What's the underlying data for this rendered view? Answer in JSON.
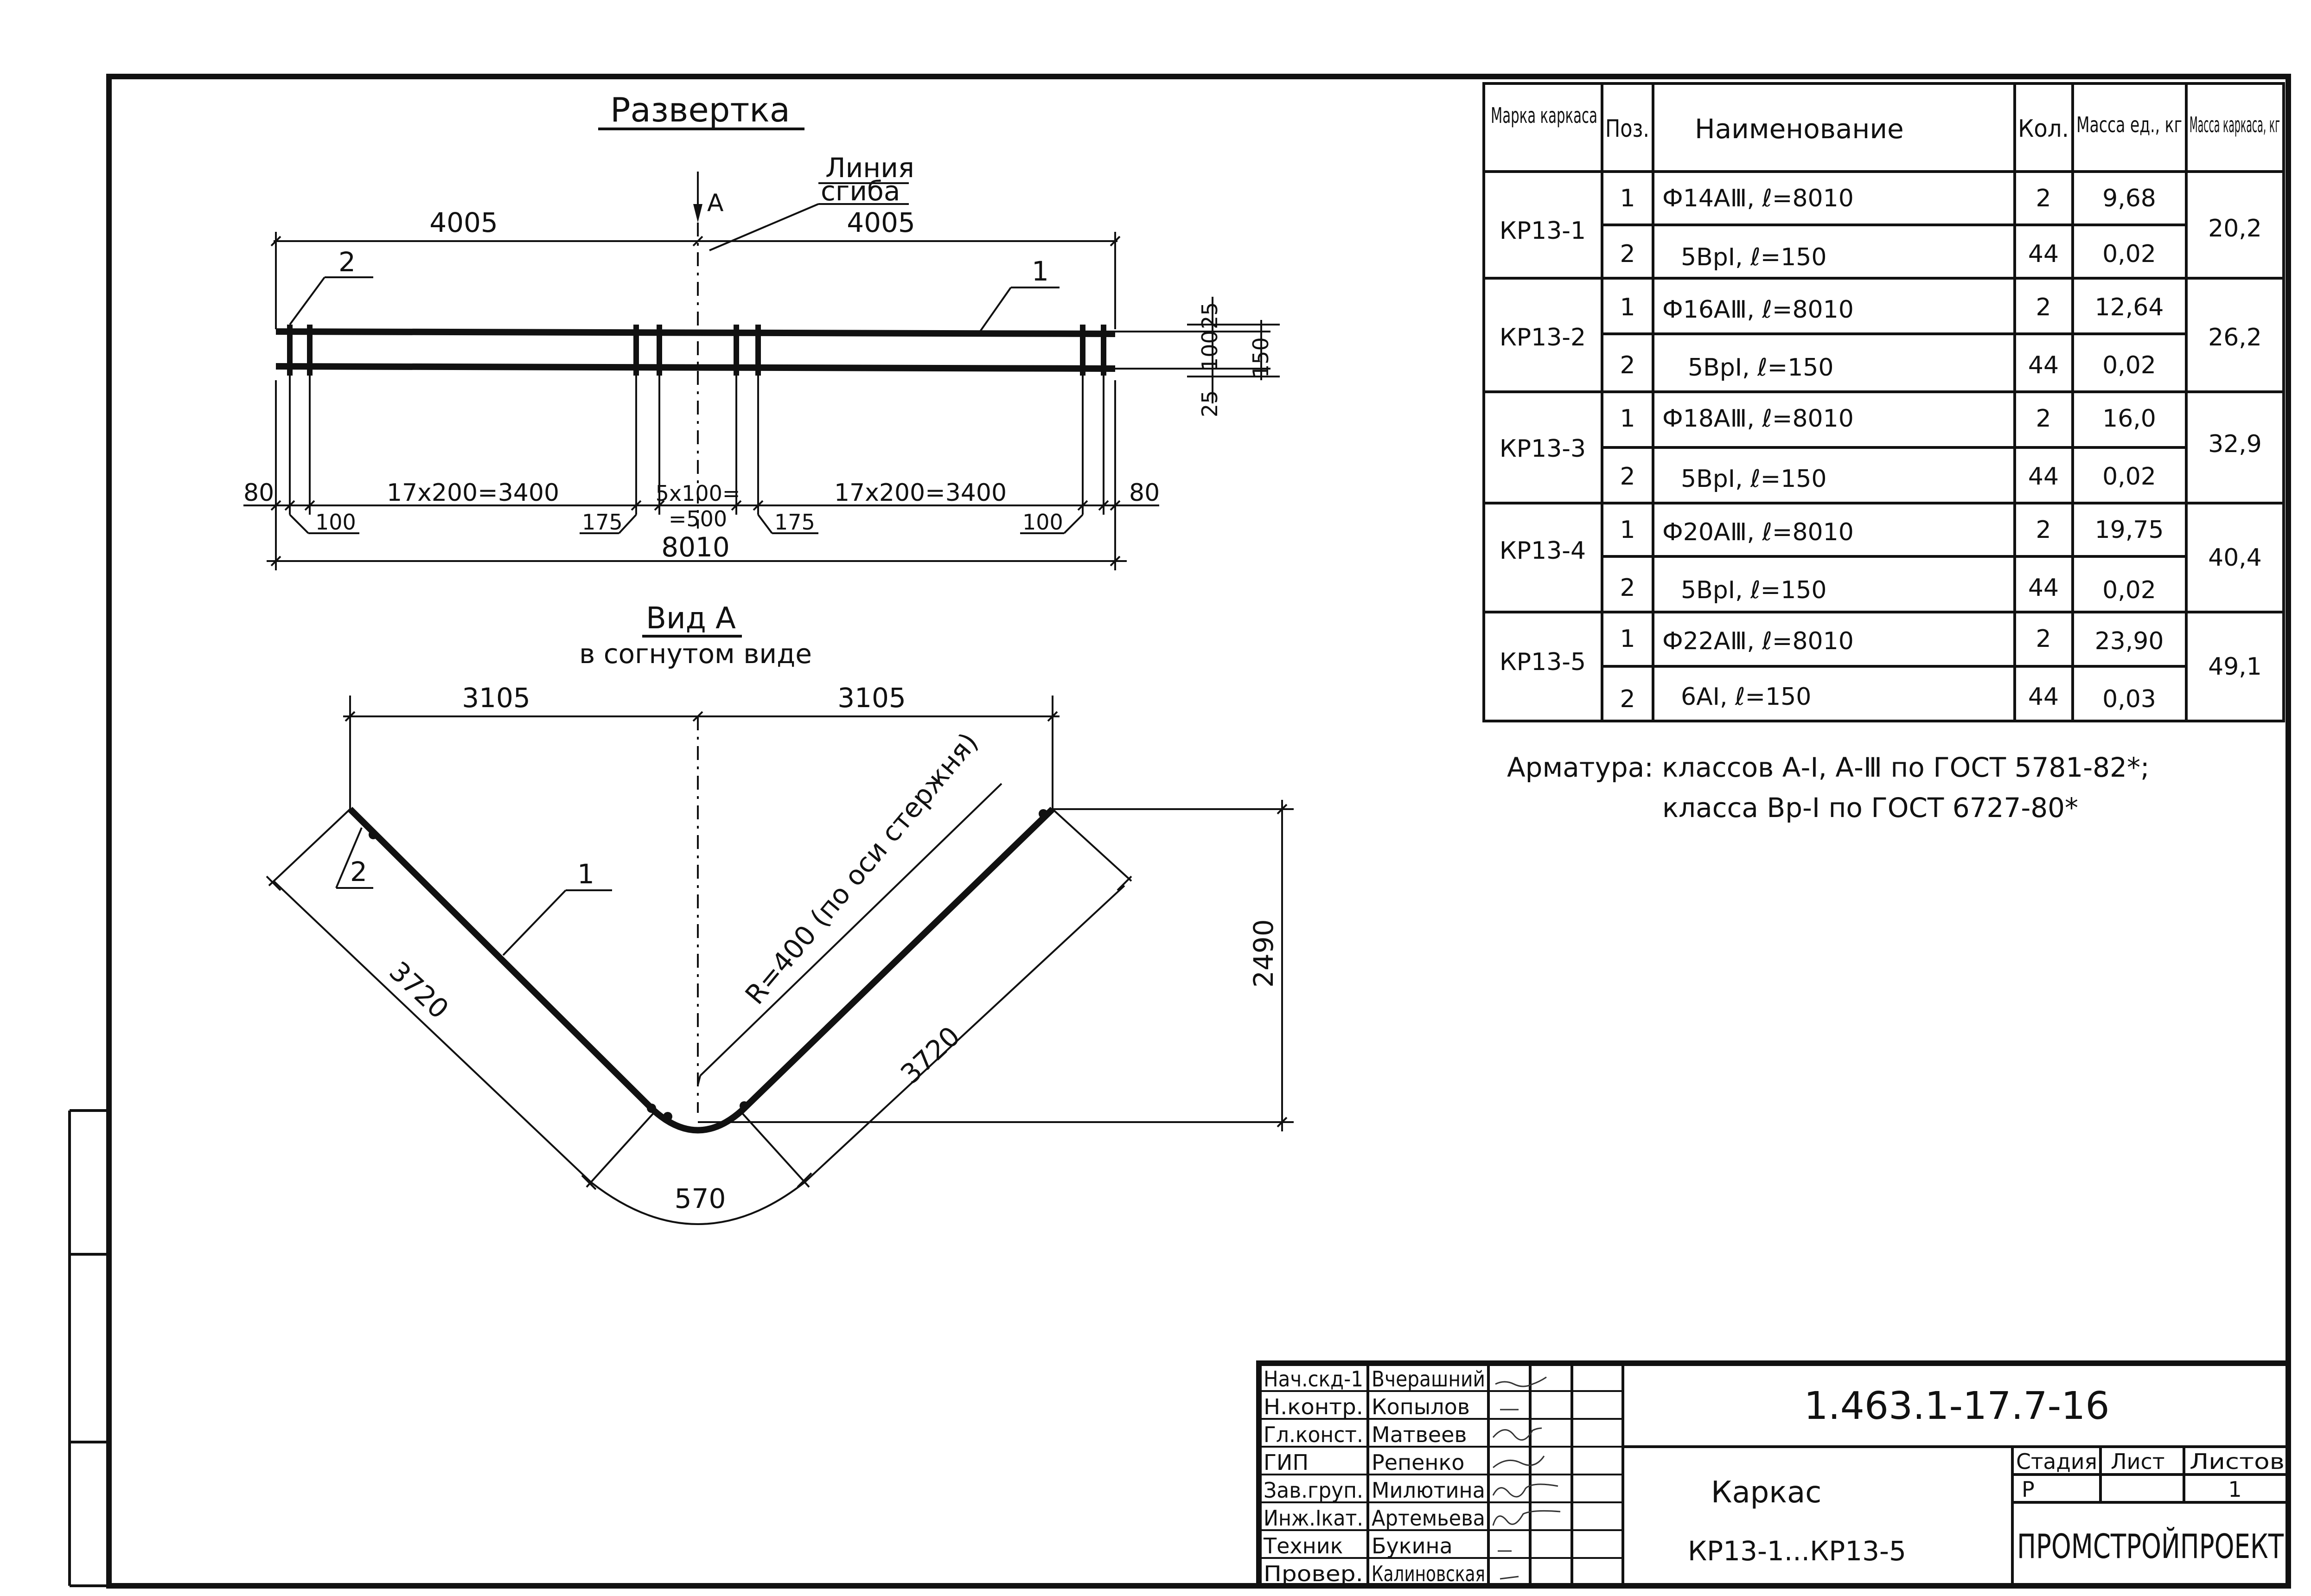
{
  "unfold": {
    "title": "Развертка",
    "bend_line_label": [
      "Линия",
      "сгиба"
    ],
    "view_marker": "А",
    "dim_left": "4005",
    "dim_right": "4005",
    "pos_1": "1",
    "pos_2": "2",
    "dim_25_top": "25",
    "dim_100": "100",
    "dim_150": "150",
    "dim_25_bottom": "25",
    "dim_80_left": "80",
    "dim_80_right": "80",
    "dim_17x200_left": "17x200=3400",
    "dim_17x200_right": "17x200=3400",
    "dim_5x100_top": "5x100=",
    "dim_5x100_bottom": "=500",
    "dim_100_left": "100",
    "dim_175_left": "175",
    "dim_175_right": "175",
    "dim_100_right": "100",
    "dim_total": "8010"
  },
  "view_a": {
    "title": "Вид А",
    "subtitle": "в согнутом виде",
    "dim_left": "3105",
    "dim_right": "3105",
    "leg_left": "3720",
    "leg_right": "3720",
    "radius_note": "R=400 (по оси стержня)",
    "pos_1": "1",
    "pos_2": "2",
    "height": "2490",
    "arc": "570"
  },
  "spec": {
    "headers": [
      "Марка каркаса",
      "Поз.",
      "Наименование",
      "Кол.",
      "Масса ед., кг",
      "Масса каркаса, кг"
    ],
    "rows": [
      {
        "mark": "КР13-1",
        "total": "20,2",
        "items": [
          {
            "pos": "1",
            "name": "Ф14АⅢ, ℓ=8010",
            "qty": "2",
            "mass": "9,68"
          },
          {
            "pos": "2",
            "name": "5ВрⅠ, ℓ=150",
            "qty": "44",
            "mass": "0,02"
          }
        ]
      },
      {
        "mark": "КР13-2",
        "total": "26,2",
        "items": [
          {
            "pos": "1",
            "name": "Ф16АⅢ, ℓ=8010",
            "qty": "2",
            "mass": "12,64"
          },
          {
            "pos": "2",
            "name": "5ВрⅠ, ℓ=150",
            "qty": "44",
            "mass": "0,02"
          }
        ]
      },
      {
        "mark": "КР13-3",
        "total": "32,9",
        "items": [
          {
            "pos": "1",
            "name": "Ф18АⅢ, ℓ=8010",
            "qty": "2",
            "mass": "16,0"
          },
          {
            "pos": "2",
            "name": "5ВрⅠ, ℓ=150",
            "qty": "44",
            "mass": "0,02"
          }
        ]
      },
      {
        "mark": "КР13-4",
        "total": "40,4",
        "items": [
          {
            "pos": "1",
            "name": "Ф20АⅢ, ℓ=8010",
            "qty": "2",
            "mass": "19,75"
          },
          {
            "pos": "2",
            "name": "5ВрⅠ, ℓ=150",
            "qty": "44",
            "mass": "0,02"
          }
        ]
      },
      {
        "mark": "КР13-5",
        "total": "49,1",
        "items": [
          {
            "pos": "1",
            "name": "Ф22АⅢ, ℓ=8010",
            "qty": "2",
            "mass": "23,90"
          },
          {
            "pos": "2",
            "name": "6АⅠ, ℓ=150",
            "qty": "44",
            "mass": "0,03"
          }
        ]
      }
    ]
  },
  "note": {
    "line1": "Арматура: классов А-Ⅰ, А-Ⅲ по ГОСТ 5781-82*;",
    "line2": "класса Вр-Ⅰ по ГОСТ 6727-80*"
  },
  "title_block": {
    "roles": [
      "Нач.скд-1",
      "Н.контр.",
      "Гл.конст.",
      "ГИП",
      "Зав.груп.",
      "Инж.Ⅰкат.",
      "Техник",
      "Провер."
    ],
    "names": [
      "Вчерашний",
      "Копылов",
      "Матвеев",
      "Репенко",
      "Милютина",
      "Артемьева",
      "Букина",
      "Калиновская"
    ],
    "code": "1.463.1-17.7-16",
    "item_title": "Каркас",
    "item_marks": "КР13-1...КР13-5",
    "stage_label": "Стадия",
    "sheet_label": "Лист",
    "sheets_label": "Листов",
    "stage": "Р",
    "sheets": "1",
    "org": "ПРОМСТРОЙПРОЕКТ"
  }
}
